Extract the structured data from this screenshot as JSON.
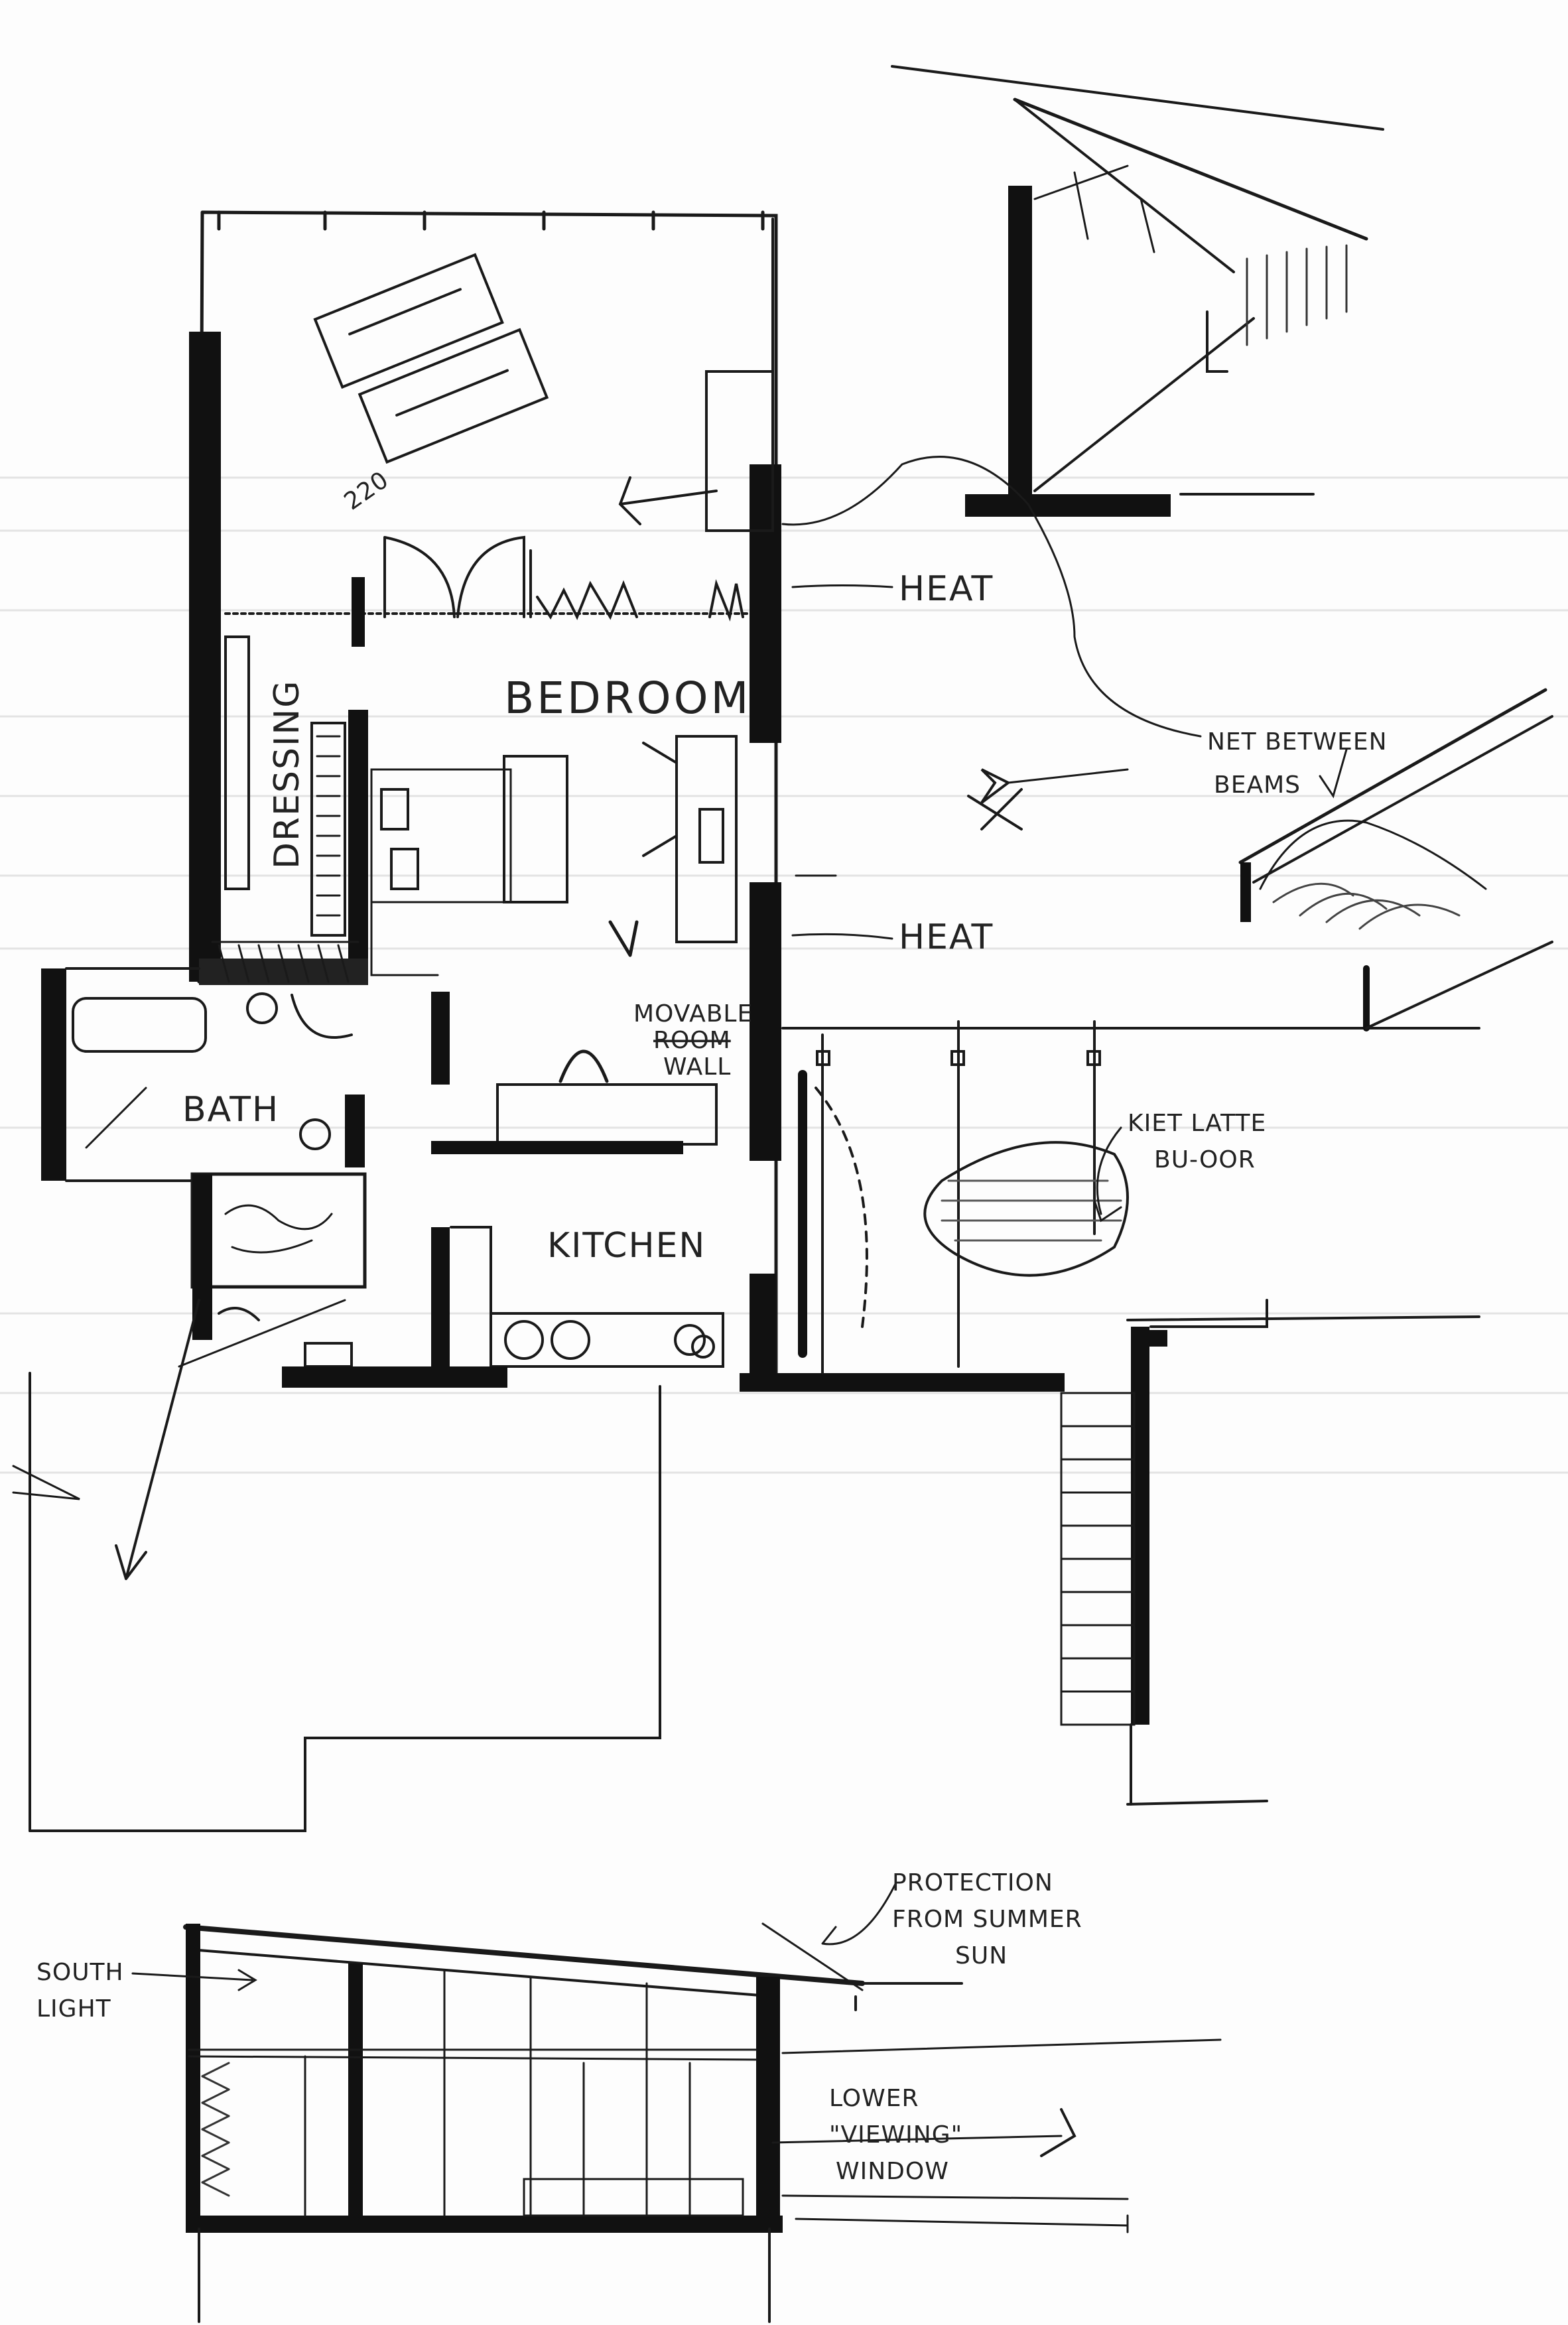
{
  "plan": {
    "rooms": {
      "bedroom": "BEDROOM",
      "dressing": "DRESSING",
      "bath": "BATH",
      "kitchen": "KITCHEN"
    },
    "notes": {
      "heat_upper": "HEAT",
      "heat_lower": "HEAT",
      "movable_wall_line1": "MOVABLE",
      "movable_wall_line2": "ROOM",
      "movable_wall_line3": "WALL",
      "kiet_latte_line1": "KIET LATTE",
      "kiet_latte_line2": "BU-OOR",
      "net_between_line1": "NET BETWEEN",
      "net_between_line2": "BEAMS",
      "dim_220": "220"
    }
  },
  "section": {
    "south_light_line1": "SOUTH",
    "south_light_line2": "LIGHT",
    "protection_line1": "PROTECTION",
    "protection_line2": "FROM SUMMER",
    "protection_line3": "SUN",
    "lower_viewing_line1": "LOWER",
    "lower_viewing_line2": "\"VIEWING\"",
    "lower_viewing_line3": "WINDOW"
  }
}
